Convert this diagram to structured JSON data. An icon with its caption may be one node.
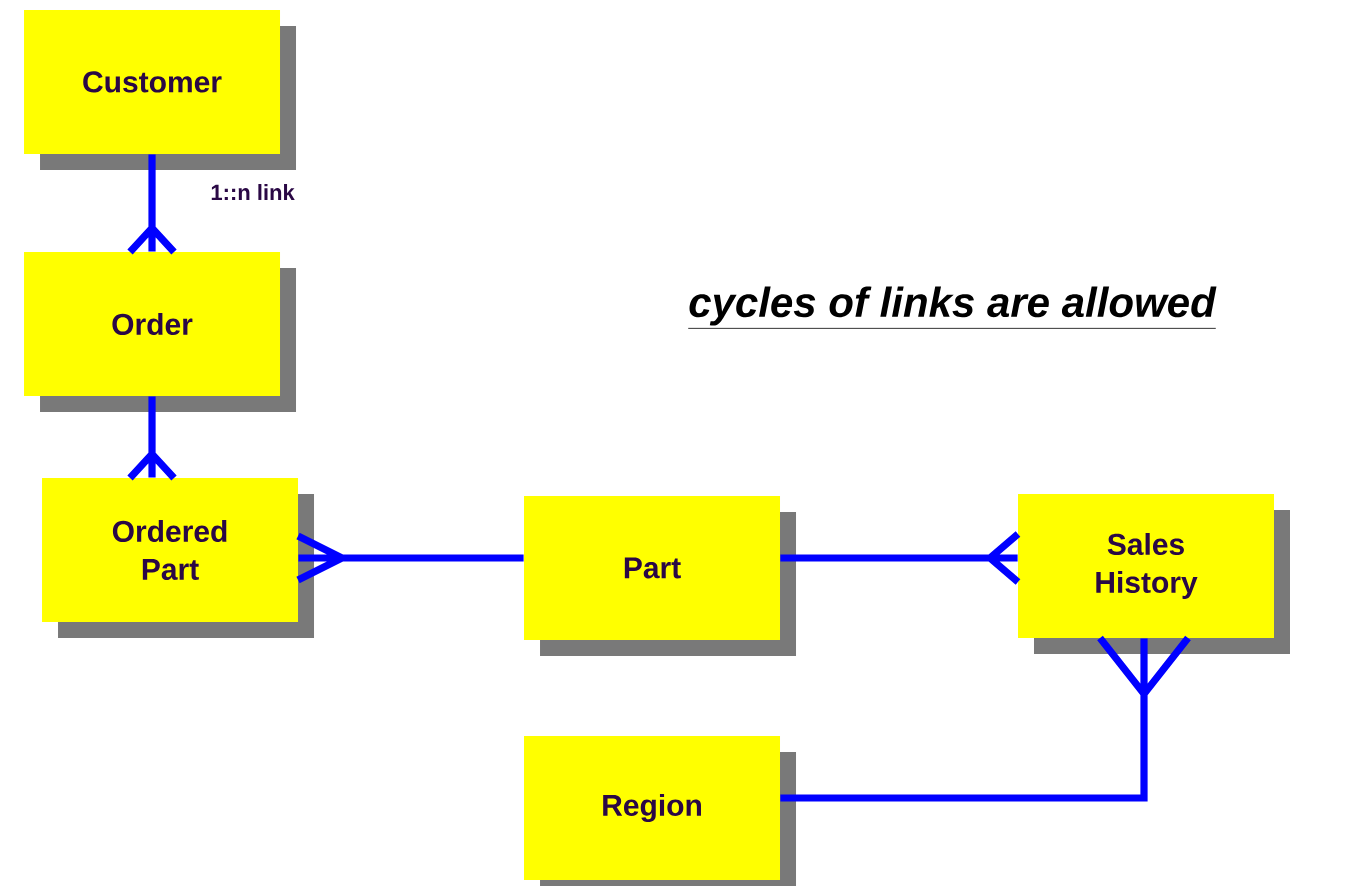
{
  "diagram": {
    "title": "cycles of links are allowed",
    "nodes": [
      {
        "text": [
          "Customer"
        ]
      },
      {
        "text": [
          "Order"
        ]
      },
      {
        "text": [
          "Ordered Part"
        ]
      },
      {
        "text": [
          "Part"
        ]
      },
      {
        "text": [
          "Sales History"
        ]
      },
      {
        "text": [
          "Region"
        ]
      }
    ],
    "edges": [
      {
        "from": 0,
        "to": 1,
        "arrow": "other",
        "label": "1::n link"
      },
      {
        "from": 1,
        "to": 2,
        "arrow": "other"
      },
      {
        "from": 3,
        "to": 2,
        "arrow": "other"
      },
      {
        "from": 3,
        "to": 4,
        "arrow": "other"
      },
      {
        "from": 5,
        "to": 4,
        "arrow": "other"
      }
    ]
  }
}
